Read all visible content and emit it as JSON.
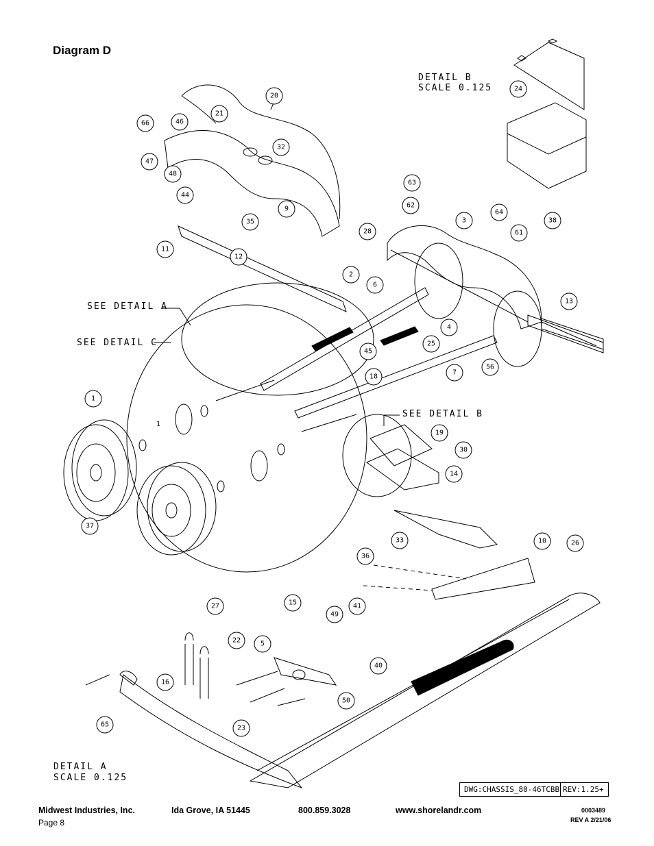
{
  "page": {
    "title": "Diagram D",
    "detail_b_label": "DETAIL  B",
    "detail_b_scale": "SCALE  0.125",
    "detail_a_label": "DETAIL  A",
    "detail_a_scale": "SCALE  0.125",
    "see_detail_a": "SEE DETAIL  A",
    "see_detail_b": "SEE DETAIL  B",
    "see_detail_c": "SEE DETAIL  C",
    "part_1_mark": "1"
  },
  "drawing_box": {
    "dwg": "DWG:CHASSIS_80-46TCBB",
    "rev": "REV:1.25+"
  },
  "callouts": [
    {
      "n": "20"
    },
    {
      "n": "21"
    },
    {
      "n": "66"
    },
    {
      "n": "46"
    },
    {
      "n": "32"
    },
    {
      "n": "47"
    },
    {
      "n": "48"
    },
    {
      "n": "44"
    },
    {
      "n": "9"
    },
    {
      "n": "35"
    },
    {
      "n": "11"
    },
    {
      "n": "12"
    },
    {
      "n": "28"
    },
    {
      "n": "2"
    },
    {
      "n": "24"
    },
    {
      "n": "63"
    },
    {
      "n": "62"
    },
    {
      "n": "3"
    },
    {
      "n": "64"
    },
    {
      "n": "38"
    },
    {
      "n": "61"
    },
    {
      "n": "6"
    },
    {
      "n": "13"
    },
    {
      "n": "4"
    },
    {
      "n": "45"
    },
    {
      "n": "25"
    },
    {
      "n": "56"
    },
    {
      "n": "18"
    },
    {
      "n": "7"
    },
    {
      "n": "1"
    },
    {
      "n": "19"
    },
    {
      "n": "30"
    },
    {
      "n": "14"
    },
    {
      "n": "37"
    },
    {
      "n": "33"
    },
    {
      "n": "10"
    },
    {
      "n": "26"
    },
    {
      "n": "36"
    },
    {
      "n": "27"
    },
    {
      "n": "15"
    },
    {
      "n": "41"
    },
    {
      "n": "49"
    },
    {
      "n": "22"
    },
    {
      "n": "5"
    },
    {
      "n": "40"
    },
    {
      "n": "16"
    },
    {
      "n": "50"
    },
    {
      "n": "65"
    },
    {
      "n": "23"
    }
  ],
  "footer": {
    "company": "Midwest Industries, Inc.",
    "city": "Ida Grove, IA  51445",
    "phone": "800.859.3028",
    "web": "www.shorelandr.com",
    "page": "Page 8",
    "doc_number": "0003489",
    "revision": "REV A  2/21/06"
  }
}
